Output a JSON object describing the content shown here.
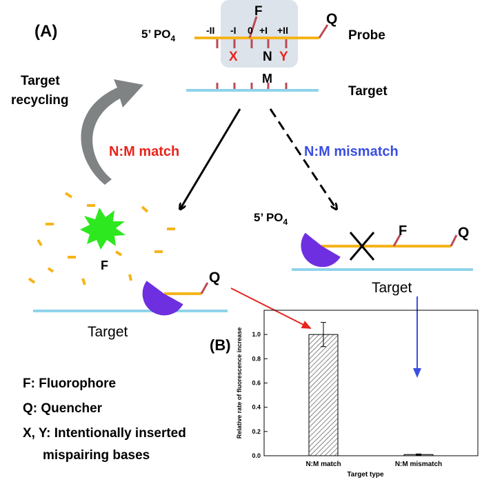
{
  "panel_a": {
    "label": "(A)",
    "probe": {
      "five_prime": "5’ PO",
      "five_prime_sub": "4",
      "label": "Probe",
      "positions": [
        "-II",
        "-I",
        "0",
        "+I",
        "+II"
      ],
      "fluor": "F",
      "quencher": "Q",
      "mispair_left": "X",
      "center_base": "N",
      "mispair_right": "Y"
    },
    "target": {
      "base": "M",
      "label": "Target"
    },
    "recycling_line1": "Target",
    "recycling_line2": "recycling",
    "match_label": "N:M match",
    "mismatch_label": "N:M mismatch",
    "match_result": {
      "fluor": "F",
      "quencher": "Q",
      "target_label": "Target"
    },
    "mismatch_result": {
      "five_prime": "5’ PO",
      "five_prime_sub": "4",
      "fluor": "F",
      "quencher": "Q",
      "target_label": "Target"
    },
    "legend": [
      "F: Fluorophore",
      "Q: Quencher",
      "X, Y: Intentionally inserted",
      "mispairing bases"
    ]
  },
  "colors": {
    "probe_strand": "#f5b41a",
    "target_strand": "#8fd3ea",
    "nuclease": "#6e2fe0",
    "fluorophore": "#2ee81f",
    "base_tick": "#b94a55",
    "match": "#e8241b",
    "mismatch": "#3a4ee0",
    "highlight_box": "#dde3ea"
  },
  "panel_b": {
    "label": "(B)",
    "chart_data": {
      "type": "bar",
      "categories": [
        "N:M match",
        "N:M mismatch"
      ],
      "values": [
        1.0,
        0.01
      ],
      "errors": [
        0.1,
        0.005
      ],
      "ylabel": "Relative rate of fluorescence increase",
      "xlabel": "Target type",
      "ylim": [
        0.0,
        1.2
      ],
      "yticks": [
        "0.0",
        "0.2",
        "0.4",
        "0.6",
        "0.8",
        "1.0"
      ],
      "bar_fill": "hatched"
    }
  }
}
